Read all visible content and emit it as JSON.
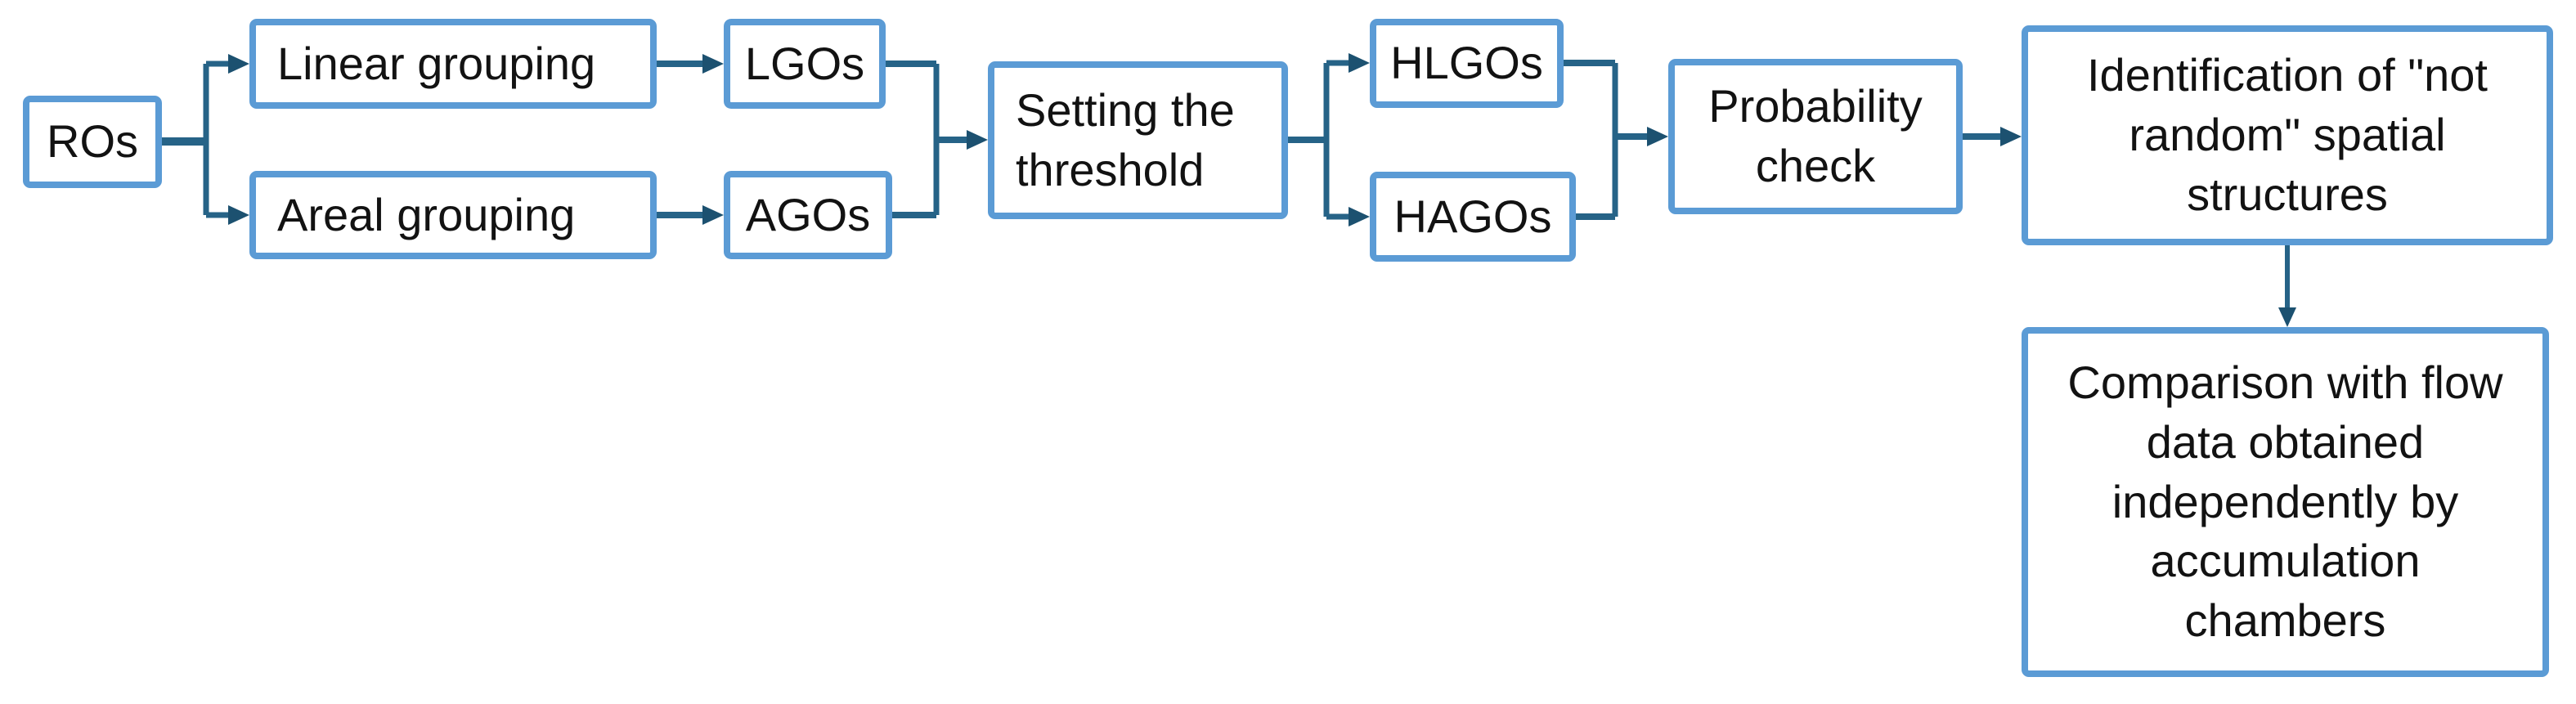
{
  "diagram": {
    "type": "flowchart",
    "nodes": {
      "ros": {
        "label": "ROs"
      },
      "linear_grouping": {
        "label": "Linear grouping"
      },
      "areal_grouping": {
        "label": "Areal grouping"
      },
      "lgos": {
        "label": "LGOs"
      },
      "agos": {
        "label": "AGOs"
      },
      "setting_threshold": {
        "label": "Setting the\nthreshold"
      },
      "hlgos": {
        "label": "HLGOs"
      },
      "hagos": {
        "label": "HAGOs"
      },
      "probability_check": {
        "label": "Probability\ncheck"
      },
      "identification": {
        "label": "Identification of \"not\nrandom\" spatial\nstructures"
      },
      "comparison": {
        "label": "Comparison with flow\ndata obtained\nindependently by\naccumulation\nchambers"
      }
    },
    "edges": [
      {
        "from": "ros",
        "to": "linear_grouping"
      },
      {
        "from": "ros",
        "to": "areal_grouping"
      },
      {
        "from": "linear_grouping",
        "to": "lgos"
      },
      {
        "from": "areal_grouping",
        "to": "agos"
      },
      {
        "from": "lgos",
        "to": "setting_threshold"
      },
      {
        "from": "agos",
        "to": "setting_threshold"
      },
      {
        "from": "setting_threshold",
        "to": "hlgos"
      },
      {
        "from": "setting_threshold",
        "to": "hagos"
      },
      {
        "from": "hlgos",
        "to": "probability_check"
      },
      {
        "from": "hagos",
        "to": "probability_check"
      },
      {
        "from": "probability_check",
        "to": "identification"
      },
      {
        "from": "identification",
        "to": "comparison"
      }
    ],
    "colors": {
      "box_border": "#5B9BD5",
      "box_fill": "#FFFFFF",
      "connector": "#266387",
      "arrowhead": "#1C5170",
      "text": "#121212",
      "background": "#FFFFFF"
    }
  }
}
